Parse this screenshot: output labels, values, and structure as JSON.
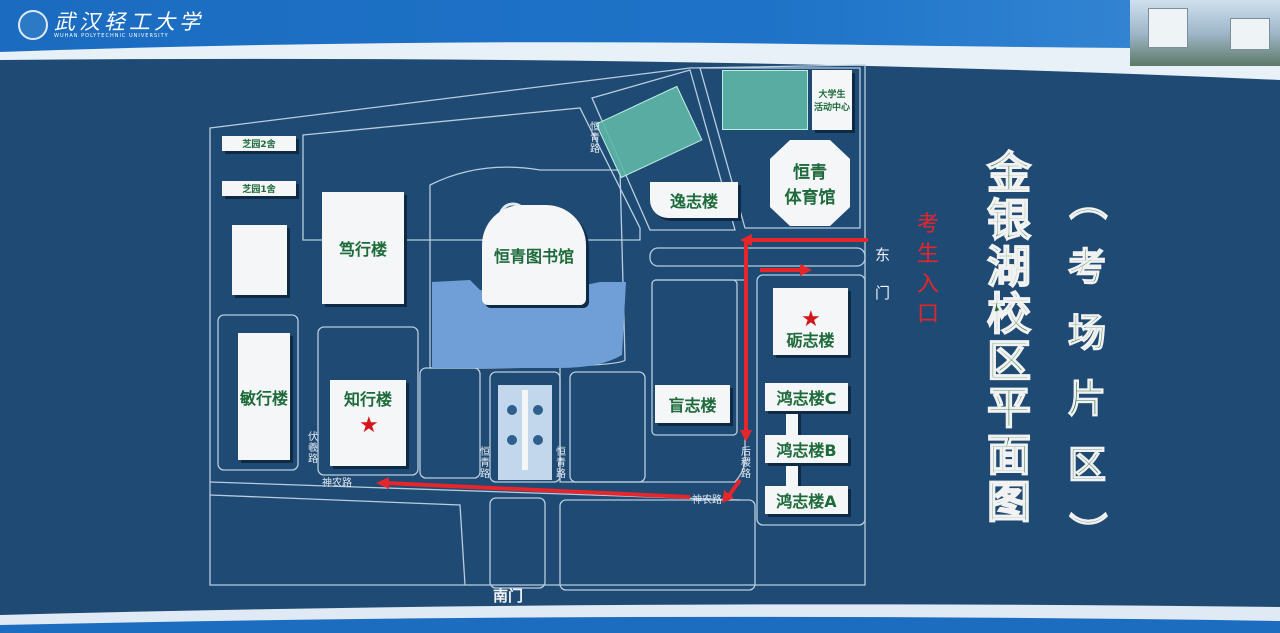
{
  "header": {
    "school_name_cn": "武汉轻工大学",
    "school_name_en": "WUHAN POLYTECHNIC UNIVERSITY"
  },
  "title": {
    "main": [
      "金",
      "银",
      "湖",
      "校",
      "区",
      "平",
      "面",
      "图"
    ],
    "sub": [
      "（",
      "考",
      "场",
      "片",
      "区",
      "）"
    ]
  },
  "entrance_label": [
    "考",
    "生",
    "入",
    "口"
  ],
  "gates": {
    "east": [
      "东",
      "门"
    ],
    "south": "南门"
  },
  "buildings": {
    "dorm2": "芝园2舍",
    "dorm1": "芝园1舍",
    "duxing": "笃行楼",
    "library": "恒青图书馆",
    "yizhi": "逸志楼",
    "gym": [
      "恒青",
      "体育馆"
    ],
    "student_center": [
      "大学生",
      "活动中心"
    ],
    "lizhi": "砺志楼",
    "mangzhi": "盲志楼",
    "hongzhi_c": "鸿志楼C",
    "hongzhi_b": "鸿志楼B",
    "hongzhi_a": "鸿志楼A",
    "minxing": "敏行楼",
    "zhixing": "知行楼"
  },
  "roads": {
    "hengqing": "恒青路",
    "fuxi": "伏羲路",
    "shennong": "神农路",
    "houji": "后稷路"
  },
  "colors": {
    "background": "#1f4a73",
    "route": "#e5262b",
    "label": "#1d6a3a",
    "water": "#6f9fd6"
  }
}
